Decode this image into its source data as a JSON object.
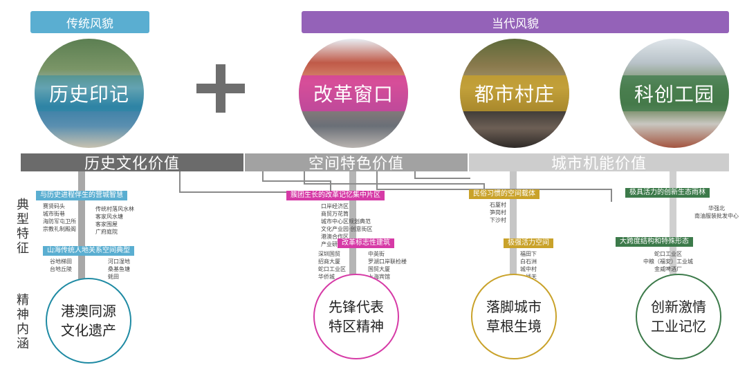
{
  "headers": {
    "traditional": "传统风貌",
    "contemporary": "当代风貌"
  },
  "circles": [
    {
      "label": "历史印记"
    },
    {
      "label": "改革窗口"
    },
    {
      "label": "都市村庄"
    },
    {
      "label": "科创工园"
    }
  ],
  "values": {
    "history": "历史文化价值",
    "space": "空间特色价值",
    "city": "城市机能价值"
  },
  "side_labels": {
    "typical": "典型特征",
    "spirit": "精神内涵"
  },
  "tags": {
    "t1": "与历史进程伴生的营城智慧",
    "t2": "山海传统人地关系空间典型",
    "t3": "簇团生长的改革记忆集中片区",
    "t4": "改革标志性建筑",
    "t5": "民俗习惯的空间载体",
    "t6": "极强活力空间",
    "t7": "极具活力的创新生态雨林",
    "t8": "大跨度结构和特殊形态"
  },
  "items": {
    "g1a": [
      "赛贤码头",
      "城市街巷",
      "海防军屯卫所",
      "宗教礼制殿阁"
    ],
    "g1b": [
      "传统村落风水林",
      "客家风水塘",
      "客家围屋",
      "广府庭院"
    ],
    "g2a": [
      "谷地梯田",
      "台地丘陵"
    ],
    "g2b": [
      "河口湿地",
      "桑基鱼塘",
      "蚝田"
    ],
    "g3": [
      "口岸经济区",
      "商贸万花筒",
      "城市中心区规划典范",
      "文化产业园·创意街区",
      "港澳合作区",
      "产业研发片区"
    ],
    "g4a": [
      "深圳国贸",
      "招商大厦",
      "蛇口工业区",
      "华侨城"
    ],
    "g4b": [
      "中英街",
      "罗湖口岸联检楼",
      "国贸大厦",
      "上海宾馆"
    ],
    "g5": [
      "石厦村",
      "笋岗村",
      "下沙村"
    ],
    "g6": [
      "福田下",
      "白石洲",
      "城中村",
      "一线天"
    ],
    "g7": [
      "华强北",
      "南油服装批发中心"
    ],
    "g8": [
      "蛇口工业区",
      "中粮（福安）工业城",
      "金威啤酒厂"
    ]
  },
  "spirits": [
    {
      "line1": "港澳同源",
      "line2": "文化遗产"
    },
    {
      "line1": "先锋代表",
      "line2": "特区精神"
    },
    {
      "line1": "落脚城市",
      "line2": "草根生境"
    },
    {
      "line1": "创新激情",
      "line2": "工业记忆"
    }
  ],
  "colors": {
    "teal": "#1e8aa3",
    "magenta": "#d63aa6",
    "gold": "#c9a22a",
    "green": "#3c7a4a",
    "purple": "#9462b8",
    "lightblue": "#5aaed1"
  }
}
